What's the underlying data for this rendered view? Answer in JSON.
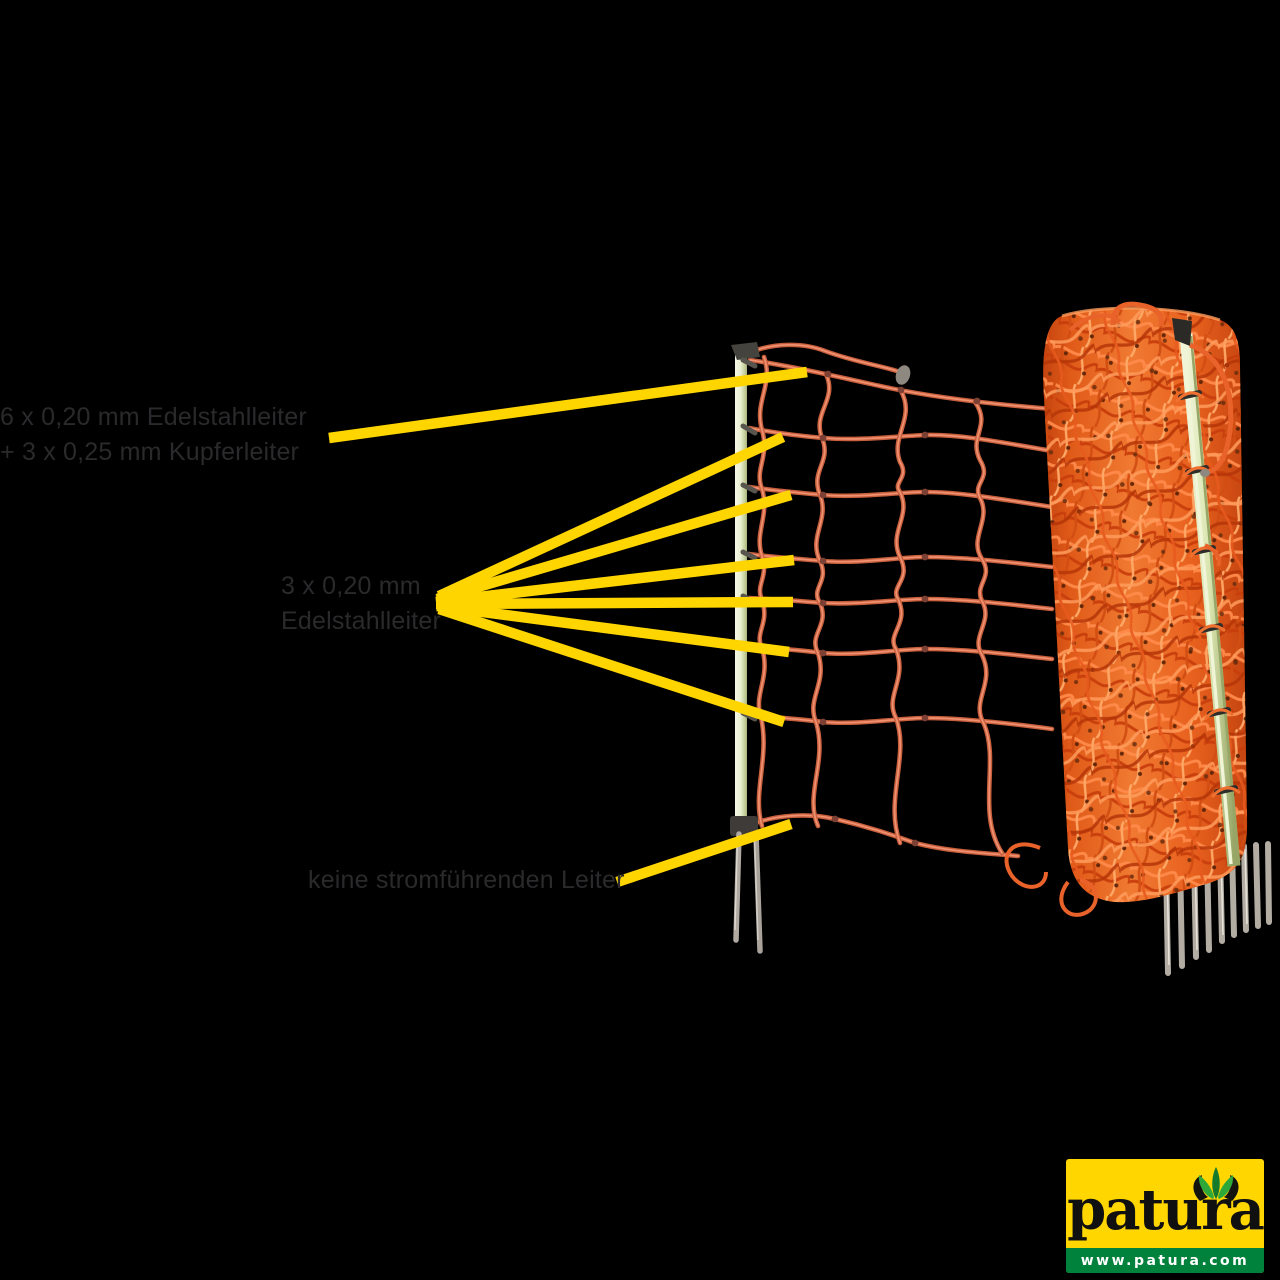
{
  "page": {
    "background": "#000000"
  },
  "annotations": {
    "arrow_color": "#ffd500",
    "text_color": "#2a2a2c",
    "top_label": {
      "line1": "6 x 0,20 mm Edelstahlleiter",
      "line2": "+ 3 x 0,25 mm Kupferleiter"
    },
    "mid_label": {
      "line1": "3 x 0,20 mm",
      "line2": "Edelstahlleiter"
    },
    "bottom_label": {
      "line1": "keine stromführenden Leiter"
    }
  },
  "product": {
    "net_color": "#e27a5c",
    "roll_color": "#e85a1e",
    "post_color": "#e9efd2",
    "spike_color": "#b2aca3"
  },
  "logo": {
    "brand": "patura",
    "website": "www.patura.com",
    "background": "#ffd600",
    "bar_color": "#00813c",
    "leaf_green": "#2fa83a"
  }
}
